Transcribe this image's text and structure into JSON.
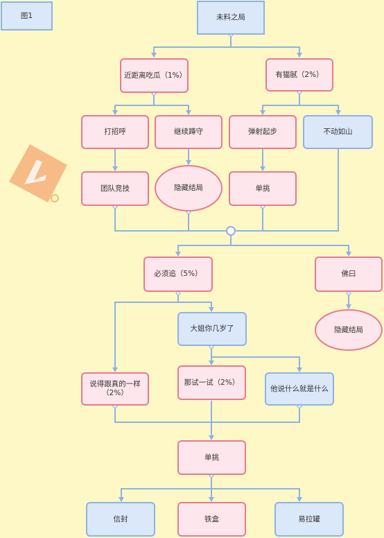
{
  "figure_label": "图1",
  "nodes": {
    "root": "未料之局",
    "a1": "近距离吃瓜（1%）",
    "a2": "有猫腻（2%）",
    "b1": "打招呼",
    "b2": "继续蹲守",
    "b3": "弹射起步",
    "b4": "不动如山",
    "c1": "团队竞技",
    "c2": "隐藏结局",
    "c3": "单挑",
    "d1": "必须追（5%）",
    "d2": "佛曰",
    "d3": "隐藏结局",
    "e1": "大姐你几岁了",
    "f1": "说得跟真的一样\n（2%）",
    "f2": "那试一试（2%）",
    "f3": "他说什么就是什么",
    "g1": "单挑",
    "h1": "信封",
    "h2": "铁盒",
    "h3": "易拉罐"
  },
  "colors": {
    "pink_fill": "#fde6ec",
    "pink_border": "#e8798f",
    "blue_fill": "#dbe8fa",
    "blue_border": "#8cb2e6",
    "edge": "#8cb2e6",
    "background": "#fdf8c6"
  }
}
